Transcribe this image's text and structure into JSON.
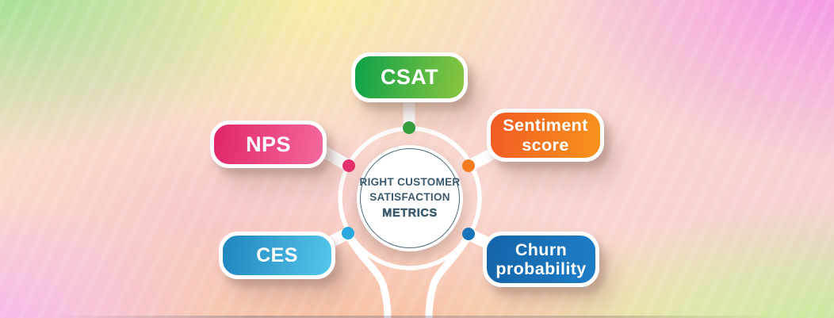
{
  "meta": {
    "title": "Right customer satisfaction metrics infographic"
  },
  "center": {
    "line1": "RIGHT CUSTOMER",
    "line2": "SATISFACTION",
    "line3": "METRICS",
    "text_color": "#3b5a6d"
  },
  "nodes": {
    "csat": {
      "label": "CSAT",
      "gradient": [
        "#0da249",
        "#8ac63e"
      ],
      "dot_color": "#2ea13b"
    },
    "nps": {
      "label": "NPS",
      "gradient": [
        "#e02568",
        "#f4699f"
      ],
      "dot_color": "#e72f6e"
    },
    "sentiment": {
      "line1": "Sentiment",
      "line2": "score",
      "gradient": [
        "#f05a23",
        "#f8941d"
      ],
      "dot_color": "#f47b20"
    },
    "ces": {
      "label": "CES",
      "gradient": [
        "#1f85be",
        "#55c7ea"
      ],
      "dot_color": "#29a9dd"
    },
    "churn": {
      "line1": "Churn",
      "line2": "probability",
      "gradient": [
        "#1464a9",
        "#1f7ec6"
      ],
      "dot_color": "#1b75bb"
    }
  },
  "background": {
    "top_left": "#a9e69b",
    "top_center": "#f8f0a8",
    "top_right": "#f290e8",
    "bottom_left": "#f7b4ee",
    "bottom_center": "#f8c29b",
    "bottom_right": "#c6eda2"
  },
  "connector_color": "#ffffff"
}
